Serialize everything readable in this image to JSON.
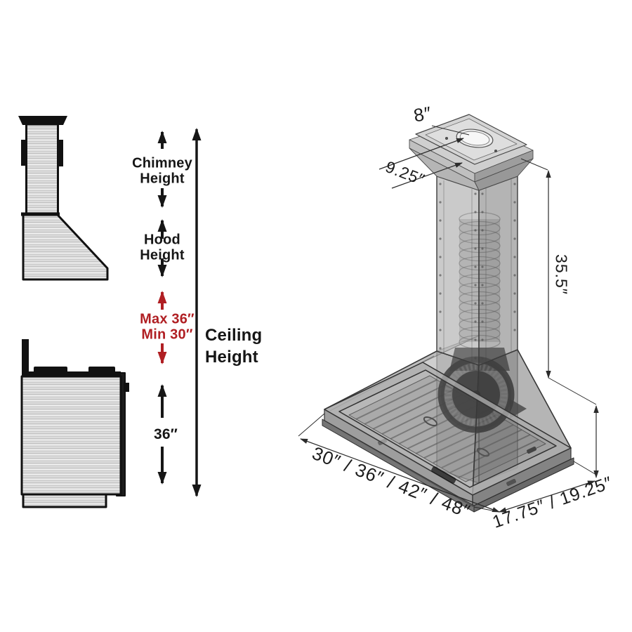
{
  "colors": {
    "text_black": "#161616",
    "accent_red": "#b01f23",
    "dim_line": "#2b2b2b",
    "steel_light": "#e0e0e0",
    "steel_dark": "#9b9b9b"
  },
  "side_view": {
    "chimney_height_label": "Chimney\nHeight",
    "hood_height_label": "Hood\nHeight",
    "mounting_range_label": "Max 36″\nMin 30″",
    "ceiling_height_label": "Ceiling\nHeight",
    "stove_clearance_label": "36″"
  },
  "iso_view": {
    "duct_diameter_label": "8″",
    "chimney_depth_label": "9.25″",
    "unit_height_label": "35.5″",
    "width_options_label": "30″ / 36″ / 42″ / 48″",
    "depth_options_label": "17.75″ / 19.25″"
  }
}
